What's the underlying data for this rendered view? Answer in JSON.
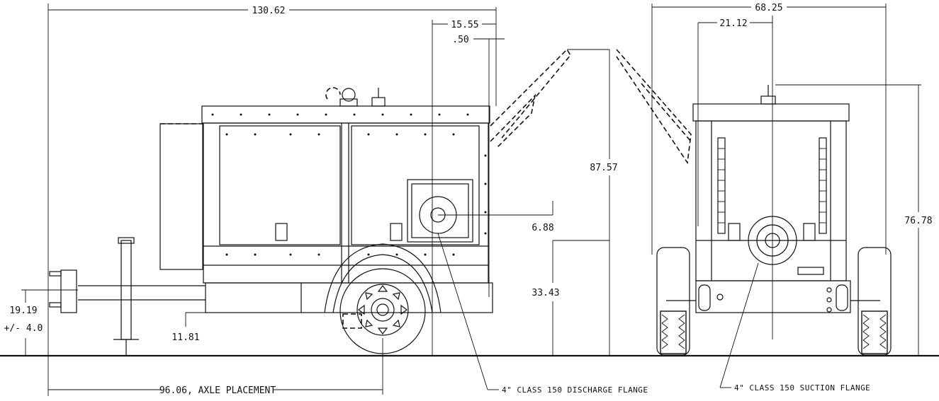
{
  "dimensions": {
    "overall_length": "130.62",
    "flange_offset": "15.55",
    "flange_small": ".50",
    "side_height": "87.57",
    "flange_height": "6.88",
    "axle_height": "33.43",
    "hitch_height": "19.19",
    "hitch_tolerance": "+/- 4.0",
    "ground_clearance": "11.81",
    "axle_placement": "96.06, AXLE PLACEMENT",
    "overall_width": "68.25",
    "suction_offset": "21.12",
    "rear_height": "76.78"
  },
  "notes": {
    "discharge_flange": "4\" CLASS 150 DISCHARGE FLANGE",
    "suction_flange": "4\" CLASS 150 SUCTION FLANGE"
  }
}
